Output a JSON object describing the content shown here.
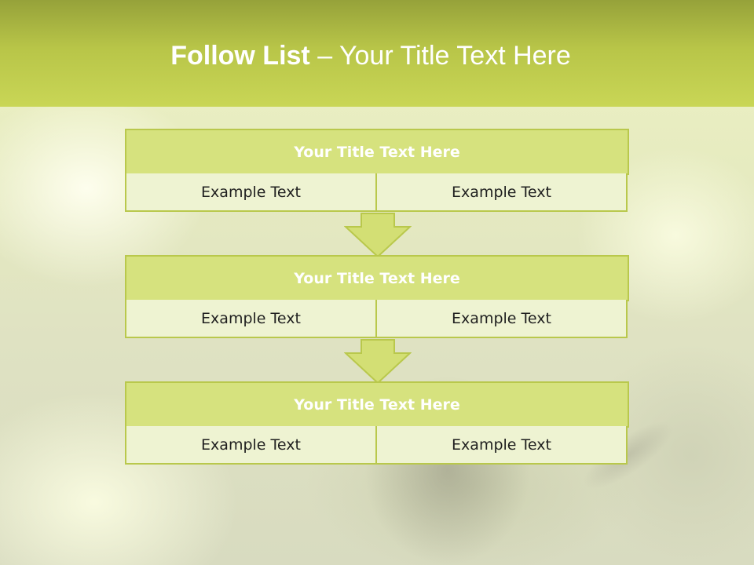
{
  "slide": {
    "title_bold": "Follow List",
    "title_rest": " – Your Title Text Here"
  },
  "colors": {
    "header": "#c9d656",
    "block_head": "#d6e27e",
    "block_cell": "#eef3d2",
    "border": "#b9c84c"
  },
  "blocks": [
    {
      "title": "Your Title Text Here",
      "left": "Example Text",
      "right": "Example Text"
    },
    {
      "title": "Your Title Text Here",
      "left": "Example Text",
      "right": "Example Text"
    },
    {
      "title": "Your Title Text Here",
      "left": "Example Text",
      "right": "Example Text"
    }
  ]
}
